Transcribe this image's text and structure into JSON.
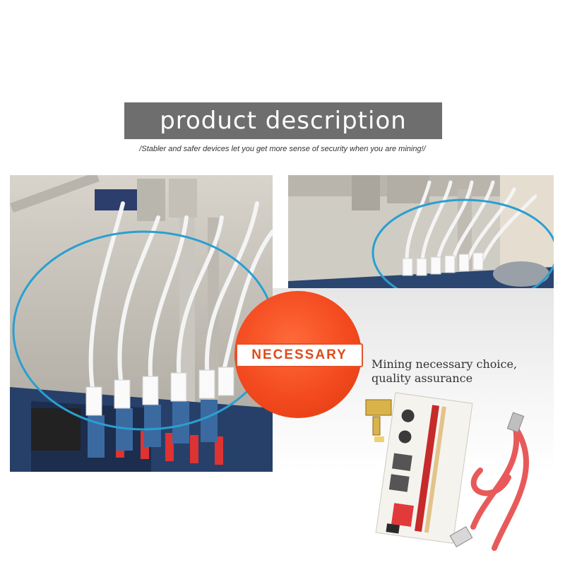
{
  "header": {
    "title": "product description",
    "subtitle": "/Stabler and safer devices let you get more sense of security when you are mining!/"
  },
  "callout": {
    "badge": "NECESSARY",
    "tagline_line1": "Mining necessary choice,",
    "tagline_line2": "quality assurance"
  },
  "colors": {
    "title_bg": "#6e6e6e",
    "accent_orange": "#f34a1f",
    "circle_highlight": "#2a9fd0",
    "cable_white": "#f4f4f4",
    "board_red": "#e23a3a",
    "usb_cable_red": "#e85a5a"
  },
  "icons": [
    "riser-card-image",
    "usb-cable-image",
    "mining-rig-photo"
  ]
}
